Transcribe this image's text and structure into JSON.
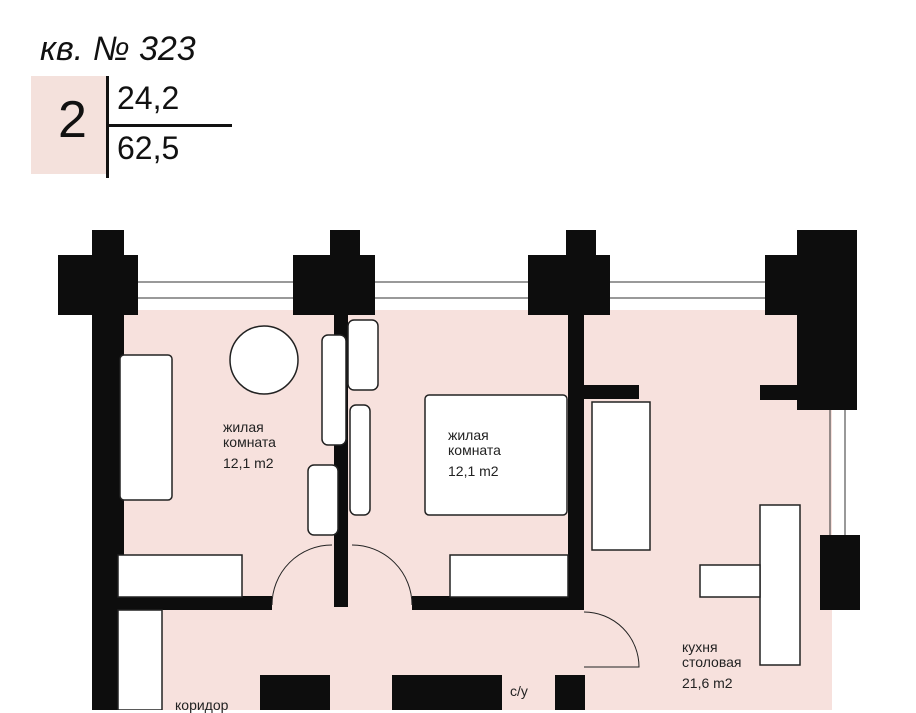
{
  "header": {
    "title": "кв. № 323",
    "rooms": "2",
    "living_area": "24,2",
    "total_area": "62,5"
  },
  "rooms": [
    {
      "name1": "жилая",
      "name2": "комната",
      "area": "12,1 m2"
    },
    {
      "name1": "жилая",
      "name2": "комната",
      "area": "12,1 m2"
    },
    {
      "name1": "кухня",
      "name2": "столовая",
      "area": "21,6 m2"
    },
    {
      "name1": "коридор"
    },
    {
      "name1": "с/у"
    }
  ],
  "colors": {
    "floor": "#f7e1dd",
    "wall": "#0d0d0d",
    "badge": "#f4e1dc"
  }
}
